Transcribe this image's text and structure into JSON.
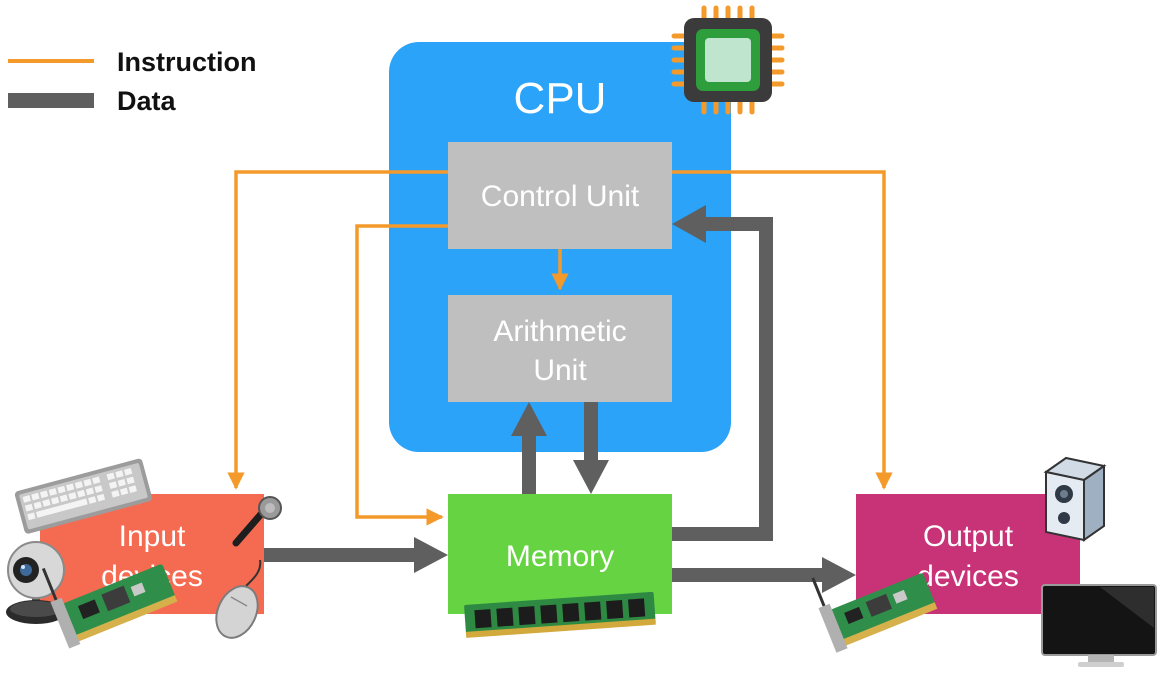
{
  "legend": {
    "instruction_label": "Instruction",
    "data_label": "Data"
  },
  "cpu": {
    "title": "CPU"
  },
  "control_unit": {
    "label": "Control Unit"
  },
  "arithmetic_unit": {
    "line1": "Arithmetic",
    "line2": "Unit"
  },
  "memory": {
    "label": "Memory"
  },
  "input_devices": {
    "line1": "Input",
    "line2": "devices"
  },
  "output_devices": {
    "line1": "Output",
    "line2": "devices"
  },
  "colors": {
    "instruction": "#f39a2b",
    "data": "#5f5f5f",
    "cpu": "#2aa3f9",
    "unit_gray": "#bfbfbf",
    "memory": "#66d442",
    "input": "#f56b52",
    "output": "#c83277"
  },
  "icons": [
    "chip-icon",
    "keyboard-icon",
    "webcam-icon",
    "microphone-icon",
    "mouse-icon",
    "network-card-icon",
    "ram-stick-icon",
    "speaker-icon",
    "monitor-icon"
  ]
}
